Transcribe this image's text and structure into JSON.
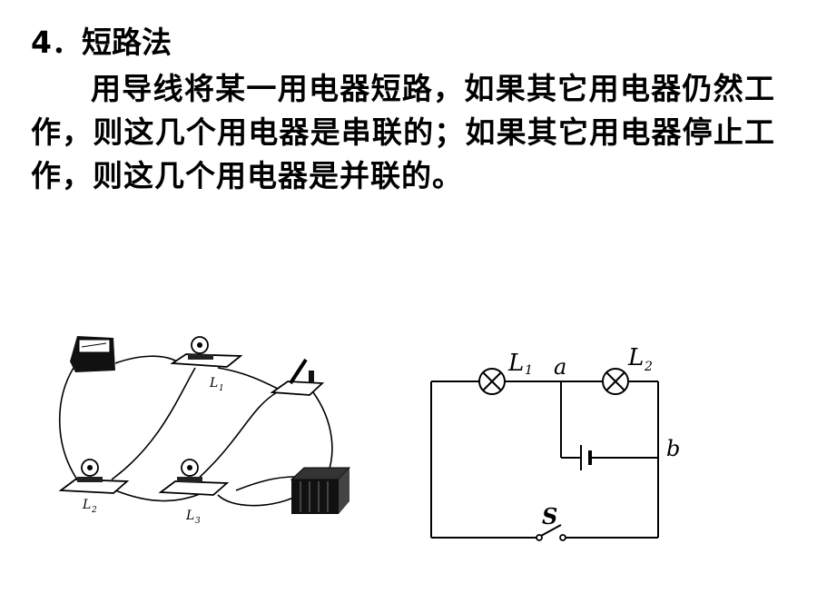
{
  "heading": "4．短路法",
  "paragraph": "用导线将某一用电器短路，如果其它用电器仍然工作，则这几个用电器是串联的；如果其它用电器停止工作，则这几个用电器是并联的。",
  "photo_labels": {
    "l1": "L",
    "l1_sub": "1",
    "l2": "L",
    "l2_sub": "2",
    "l3": "L",
    "l3_sub": "3"
  },
  "schematic_labels": {
    "l1": "L",
    "l1_sub": "1",
    "l2": "L",
    "l2_sub": "2",
    "node_a": "a",
    "node_b": "b",
    "switch": "S"
  }
}
